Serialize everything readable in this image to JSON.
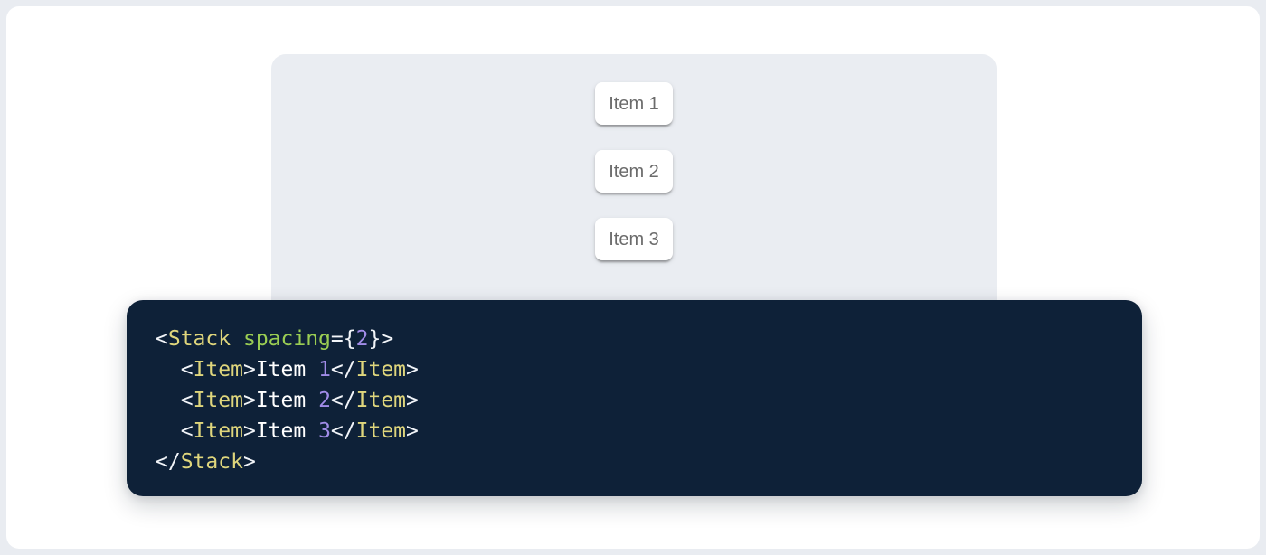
{
  "demo_panel": {
    "stack_items": [
      "Item 1",
      "Item 2",
      "Item 3"
    ]
  },
  "code_block": {
    "full_text": "<Stack spacing={2}>\n  <Item>Item 1</Item>\n  <Item>Item 2</Item>\n  <Item>Item 3</Item>\n</Stack>",
    "lines": [
      {
        "tokens": [
          {
            "text": "<",
            "type": "punct"
          },
          {
            "text": "Stack",
            "type": "tag"
          },
          {
            "text": " ",
            "type": "plain"
          },
          {
            "text": "spacing",
            "type": "attr"
          },
          {
            "text": "=",
            "type": "punct"
          },
          {
            "text": "{",
            "type": "punct"
          },
          {
            "text": "2",
            "type": "number"
          },
          {
            "text": "}",
            "type": "punct"
          },
          {
            "text": ">",
            "type": "punct"
          }
        ]
      },
      {
        "tokens": [
          {
            "text": "  ",
            "type": "plain"
          },
          {
            "text": "<",
            "type": "punct"
          },
          {
            "text": "Item",
            "type": "tag"
          },
          {
            "text": ">",
            "type": "punct"
          },
          {
            "text": "Item ",
            "type": "plain"
          },
          {
            "text": "1",
            "type": "number"
          },
          {
            "text": "</",
            "type": "punct"
          },
          {
            "text": "Item",
            "type": "tag"
          },
          {
            "text": ">",
            "type": "punct"
          }
        ]
      },
      {
        "tokens": [
          {
            "text": "  ",
            "type": "plain"
          },
          {
            "text": "<",
            "type": "punct"
          },
          {
            "text": "Item",
            "type": "tag"
          },
          {
            "text": ">",
            "type": "punct"
          },
          {
            "text": "Item ",
            "type": "plain"
          },
          {
            "text": "2",
            "type": "number"
          },
          {
            "text": "</",
            "type": "punct"
          },
          {
            "text": "Item",
            "type": "tag"
          },
          {
            "text": ">",
            "type": "punct"
          }
        ]
      },
      {
        "tokens": [
          {
            "text": "  ",
            "type": "plain"
          },
          {
            "text": "<",
            "type": "punct"
          },
          {
            "text": "Item",
            "type": "tag"
          },
          {
            "text": ">",
            "type": "punct"
          },
          {
            "text": "Item ",
            "type": "plain"
          },
          {
            "text": "3",
            "type": "number"
          },
          {
            "text": "</",
            "type": "punct"
          },
          {
            "text": "Item",
            "type": "tag"
          },
          {
            "text": ">",
            "type": "punct"
          }
        ]
      },
      {
        "tokens": [
          {
            "text": "</",
            "type": "punct"
          },
          {
            "text": "Stack",
            "type": "tag"
          },
          {
            "text": ">",
            "type": "punct"
          }
        ]
      }
    ]
  },
  "colors": {
    "outer_background": "#e9ecf1",
    "page_background": "#ffffff",
    "panel_background": "#eaedf2",
    "card_background": "#ffffff",
    "card_text": "#6b6b6b",
    "code_background": "#0e2138",
    "code_tag": "#dfd67c",
    "code_attr": "#9acd53",
    "code_number": "#a18ce8",
    "code_plain": "#ffffff",
    "code_punctuation": "#f2f5f9"
  }
}
